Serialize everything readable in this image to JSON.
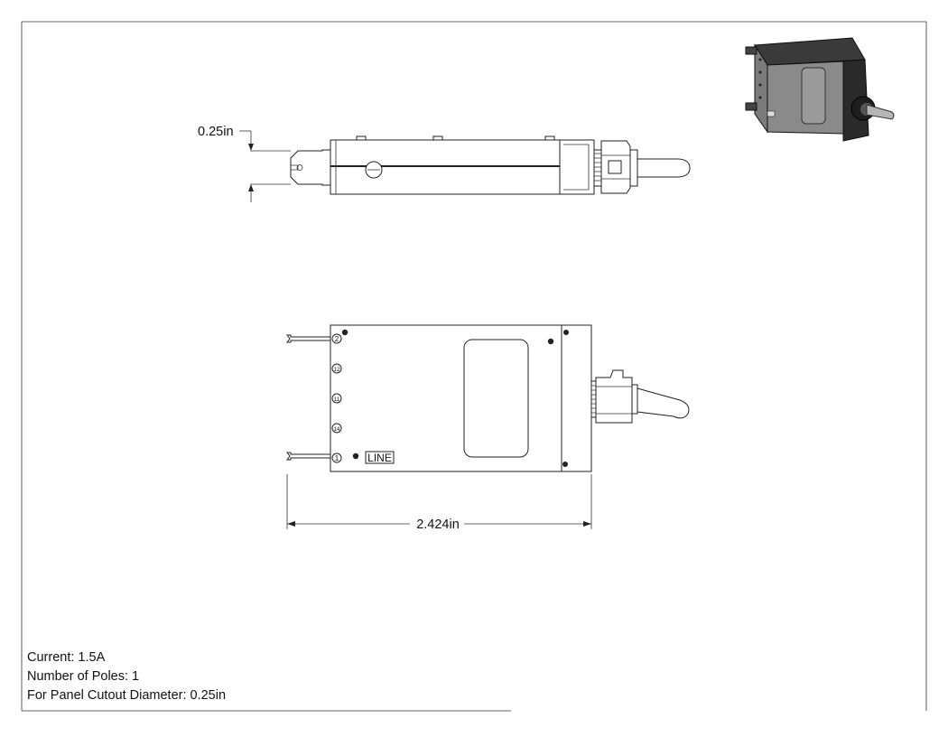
{
  "dimensions": {
    "terminal_width": "0.25in",
    "overall_length": "2.424in"
  },
  "body_label": "LINE",
  "terminal_markings": [
    "2",
    "12",
    "11",
    "14",
    "1"
  ],
  "specs": {
    "current": "Current: 1.5A",
    "poles": "Number of Poles: 1",
    "panel_cutout": "For Panel Cutout Diameter: 0.25in"
  }
}
